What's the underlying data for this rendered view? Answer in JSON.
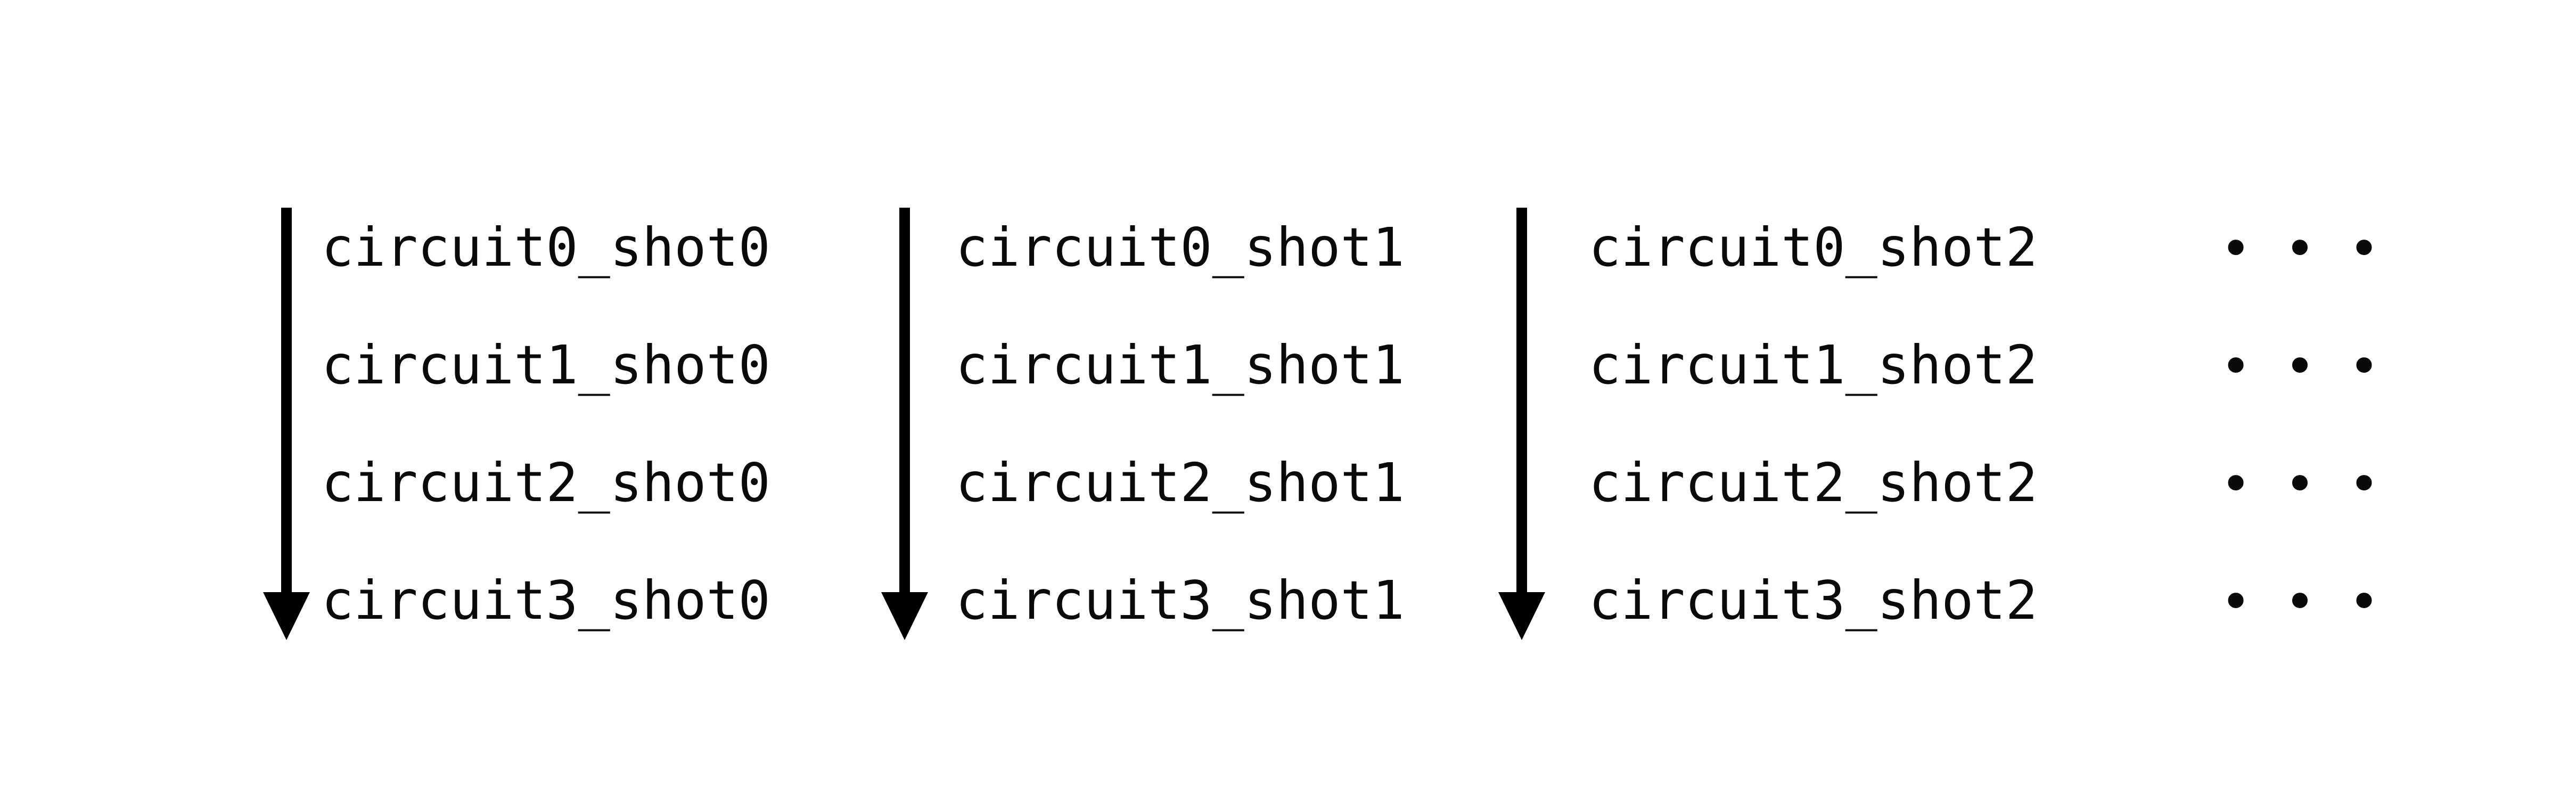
{
  "page": {
    "background_color": "#ffffff",
    "text_color": "#0a0a0a",
    "arrow_color": "#000000"
  },
  "diagram": {
    "columns": [
      {
        "id": "shot0",
        "arrow_icon": "down-arrow-icon",
        "labels": [
          "circuit0_shot0",
          "circuit1_shot0",
          "circuit2_shot0",
          "circuit3_shot0"
        ]
      },
      {
        "id": "shot1",
        "arrow_icon": "down-arrow-icon",
        "labels": [
          "circuit0_shot1",
          "circuit1_shot1",
          "circuit2_shot1",
          "circuit3_shot1"
        ]
      },
      {
        "id": "shot2",
        "arrow_icon": "down-arrow-icon",
        "labels": [
          "circuit0_shot2",
          "circuit1_shot2",
          "circuit2_shot2",
          "circuit3_shot2"
        ]
      }
    ],
    "ellipsis": {
      "rows": [
        "∙ ∙ ∙",
        "∙ ∙ ∙",
        "∙ ∙ ∙",
        "∙ ∙ ∙"
      ]
    }
  }
}
